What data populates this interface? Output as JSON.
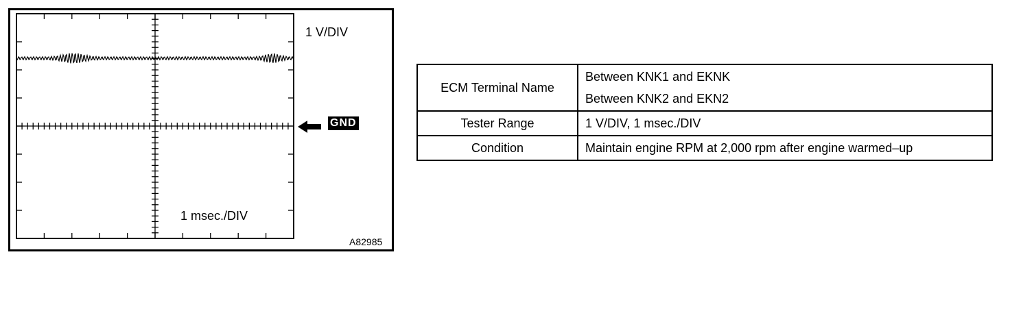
{
  "scope": {
    "volt_div_label": "1 V/DIV",
    "time_div_label": "1 msec./DIV",
    "ground_label": "GND",
    "figure_id": "A82985"
  },
  "table": {
    "rows": [
      {
        "label": "ECM Terminal Name",
        "values": [
          "Between KNK1 and EKNK",
          "Between KNK2 and EKN2"
        ]
      },
      {
        "label": "Tester Range",
        "values": [
          "1 V/DIV, 1 msec./DIV"
        ]
      },
      {
        "label": "Condition",
        "values": [
          "Maintain engine RPM at 2,000 rpm after engine warmed–up"
        ]
      }
    ]
  }
}
